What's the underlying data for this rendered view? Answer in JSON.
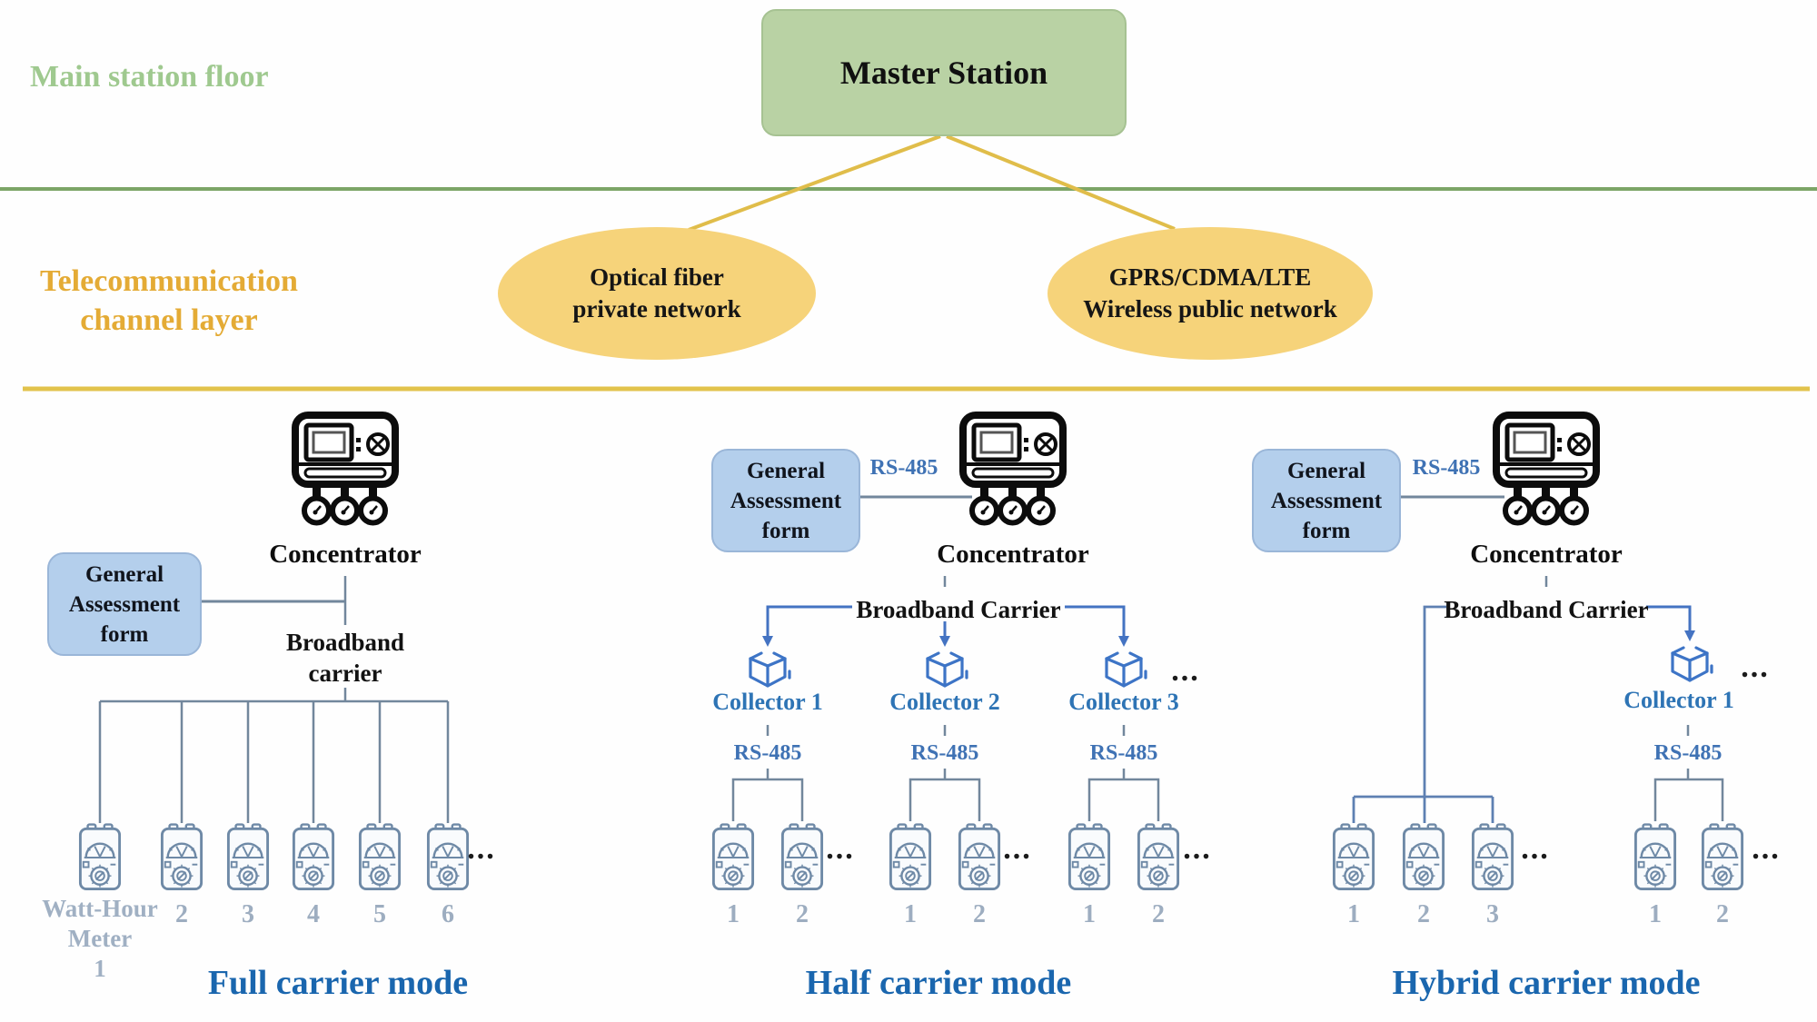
{
  "header": {
    "floor_label": "Main station floor",
    "master_station": "Master Station",
    "channel_layer_lines": [
      "Telecommunication",
      "channel layer"
    ],
    "optical_lines": [
      "Optical fiber",
      "private network"
    ],
    "wireless_lines": [
      "GPRS/CDMA/LTE",
      "Wireless public network"
    ]
  },
  "common": {
    "assessment_form_lines": [
      "General",
      "Assessment",
      "form"
    ],
    "rs485_label": "RS-485",
    "concentrator_label": "Concentrator",
    "ellipsis": "..."
  },
  "sections": {
    "full": {
      "carrier_lines": [
        "Broadband",
        "carrier"
      ],
      "watt_hour_lines": [
        "Watt-Hour",
        "Meter",
        "1"
      ],
      "meter_labels": [
        "2",
        "3",
        "4",
        "5",
        "6"
      ],
      "mode_label": "Full carrier mode"
    },
    "half": {
      "carrier_label": "Broadband Carrier",
      "collector_labels": [
        "Collector 1",
        "Collector 2",
        "Collector 3"
      ],
      "meter_pair_labels": [
        "1",
        "2"
      ],
      "mode_label": "Half carrier mode"
    },
    "hybrid": {
      "carrier_label": "Broadband Carrier",
      "direct_meter_labels": [
        "1",
        "2",
        "3"
      ],
      "collector_label": "Collector 1",
      "meter_pair_labels": [
        "1",
        "2"
      ],
      "mode_label": "Hybrid carrier mode"
    }
  },
  "colors": {
    "master_fill": "#b9d2a4",
    "ellipse_fill": "#f6d37a",
    "assessment_fill": "#b4cfec",
    "green_line": "#7ca567",
    "yellow_line": "#e2c34c",
    "tree_line": "#72879c",
    "collector_blue": "#4473c2",
    "mode_text": "#1a66ae"
  }
}
